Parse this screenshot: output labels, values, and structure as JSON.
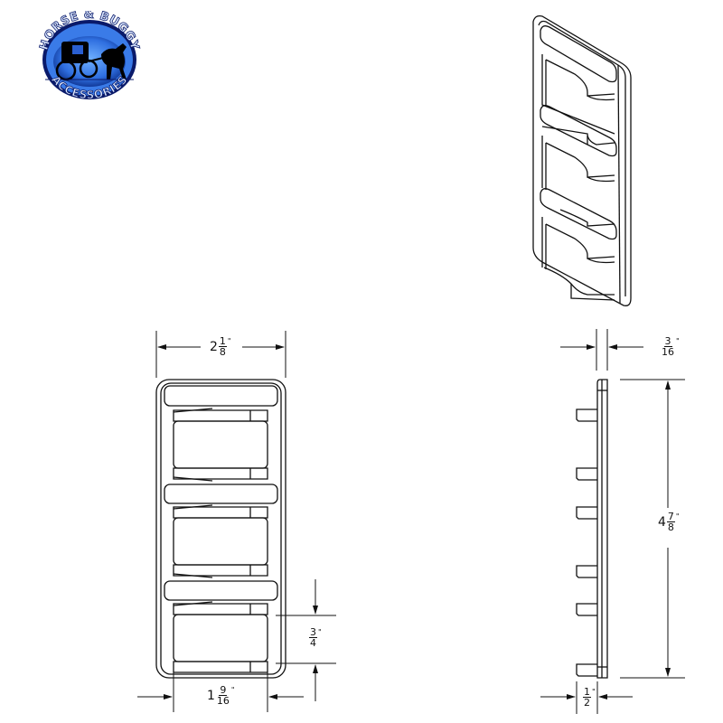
{
  "logo": {
    "top_text": "HORSE & BUGGY",
    "bottom_text": "ACCESSORIES",
    "icon": "horse-and-buggy-icon",
    "colors": {
      "ring": "#1f4fd6",
      "inner": "#3f8cf0",
      "text": "#0a1a6a",
      "silhouette": "#000000"
    }
  },
  "drawing": {
    "line_color": "#111111",
    "views": [
      "isometric-view",
      "front-view",
      "side-view"
    ],
    "switch_slots": 3
  },
  "dimensions": {
    "width": {
      "whole": "2",
      "num": "1",
      "den": "8",
      "unit": "\""
    },
    "thickness": {
      "whole": "",
      "num": "3",
      "den": "16",
      "unit": "\""
    },
    "height": {
      "whole": "4",
      "num": "7",
      "den": "8",
      "unit": "\""
    },
    "slot_width": {
      "whole": "1",
      "num": "9",
      "den": "16",
      "unit": "\""
    },
    "slot_height": {
      "whole": "",
      "num": "3",
      "den": "4",
      "unit": "\""
    },
    "depth": {
      "whole": "",
      "num": "1",
      "den": "2",
      "unit": "\""
    }
  }
}
